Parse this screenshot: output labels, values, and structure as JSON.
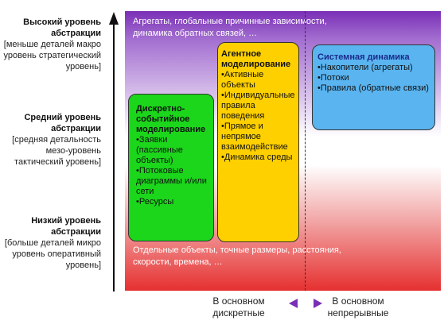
{
  "levels": {
    "high": {
      "title": "Высокий уровень абстракции",
      "desc": "[меньше деталей макро уровень стратегический уровень]"
    },
    "mid": {
      "title": "Средний уровень абстракции",
      "desc": "[средняя детальность мезо-уровень тактический уровень]"
    },
    "low": {
      "title": "Низкий уровень абстракции",
      "desc": "[больше деталей микро уровень оперативный уровень]"
    }
  },
  "notes": {
    "top": "Агрегаты, глобальные причинные зависимости, динамика обратных связей, …",
    "bottom": "Отдельные объекты, точные размеры, расстояния, скорости, времена, …"
  },
  "boxes": {
    "discrete": {
      "title": "Дискретно-событийное моделирование",
      "items": [
        "Заявки (пассивные объекты)",
        "Потоковые диаграммы и/или сети",
        "Ресурсы"
      ]
    },
    "agent": {
      "title": "Агентное моделирование",
      "items": [
        "Активные объекты",
        "Индивидуальные правила поведения",
        "Прямое и непрямое взаимодействие",
        "Динамика среды"
      ]
    },
    "system": {
      "title": "Системная динамика",
      "items": [
        "Накопители (агрегаты)",
        "Потоки",
        "Правила (обратные связи)"
      ]
    }
  },
  "bottom_labels": {
    "discrete": "В основном дискретные",
    "continuous": "В основном непрерывные"
  },
  "colors": {
    "discrete_box": "#1bd61b",
    "agent_box": "#ffd000",
    "system_box": "#5ab4f0",
    "arrow": "#7a2fb6"
  }
}
